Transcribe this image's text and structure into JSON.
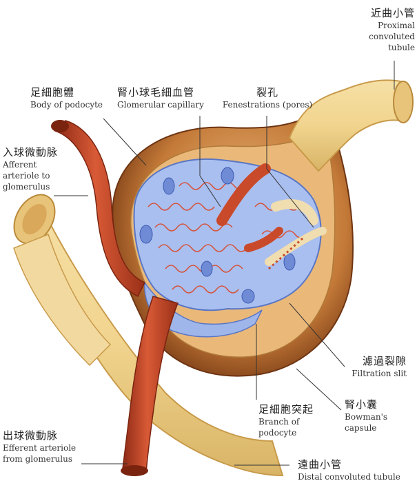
{
  "figure": {
    "labels": {
      "proximal_tubule": {
        "zh": "近曲小管",
        "en": [
          "Proximal",
          "convoluted",
          "tubule"
        ]
      },
      "podocyte_body": {
        "zh": "足細胞體",
        "en": [
          "Body of podocyte"
        ]
      },
      "glomerular_capillary": {
        "zh": "腎小球毛細血管",
        "en": [
          "Glomerular capillary"
        ]
      },
      "fenestrations": {
        "zh": "裂孔",
        "en": [
          "Fenestrations (pores)"
        ]
      },
      "afferent_arteriole": {
        "zh": "入球微動脉",
        "en": [
          "Afferent",
          "arteriole to",
          "glomerulus"
        ]
      },
      "filtration_slit": {
        "zh": "濾過裂隙",
        "en": [
          "Filtration slit"
        ]
      },
      "bowmans_capsule": {
        "zh": "腎小囊",
        "en": [
          "Bowman's",
          "capsule"
        ]
      },
      "podocyte_branch": {
        "zh": "足細胞突起",
        "en": [
          "Branch of",
          "podocyte"
        ]
      },
      "efferent_arteriole": {
        "zh": "出球微動脉",
        "en": [
          "Efferent arteriole",
          "from glomerulus"
        ]
      },
      "distal_tubule": {
        "zh": "遠曲小管",
        "en": [
          "Distal convoluted tubule"
        ]
      }
    },
    "colors": {
      "capsule_outer": "#8a4a1c",
      "capsule_inner": "#c98a4a",
      "tubule": "#f1d48e",
      "tubule_edge": "#c89a4a",
      "artery": "#c94a2a",
      "artery_dark": "#8e2a16",
      "podocyte": "#9fb6ea",
      "podocyte_edge": "#5a76c4",
      "capillary_line": "#d5533a"
    }
  }
}
